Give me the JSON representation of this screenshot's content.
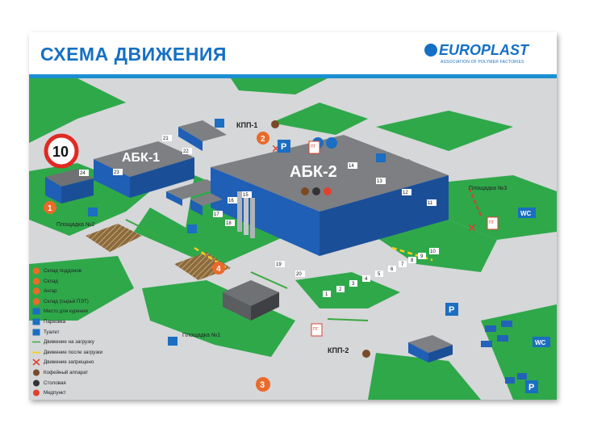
{
  "header": {
    "title": "СХЕМА ДВИЖЕНИЯ",
    "logo_text": "EUROPLAST",
    "logo_sub": "ASSOCIATION OF POLYMER FACTORIES"
  },
  "map": {
    "speed_limit": "10",
    "buildings": {
      "abk1": "АБК-1",
      "abk2": "АБК-2"
    },
    "checkpoints": {
      "kpp1": "КПП-1",
      "kpp2": "КПП-2"
    },
    "areas": {
      "area1": "Площадка №1",
      "area2": "Площадка №2",
      "area3": "Площадка №3"
    },
    "markers": {
      "m1": "1",
      "m2": "2",
      "m3": "3",
      "m4": "4",
      "parking": "P",
      "wc": "WC"
    },
    "gate_numbers": [
      "1",
      "2",
      "3",
      "4",
      "5",
      "6",
      "7",
      "8",
      "9",
      "10",
      "11",
      "12",
      "13",
      "14",
      "15",
      "16",
      "17",
      "18",
      "19",
      "20",
      "21",
      "22",
      "23",
      "24"
    ],
    "sign_pg": "ПГ"
  },
  "legend": {
    "items": [
      {
        "icon": "number-1-marker",
        "label": "Склад поддонов"
      },
      {
        "icon": "number-2-marker",
        "label": "Склад"
      },
      {
        "icon": "number-3-marker",
        "label": "Ангар"
      },
      {
        "icon": "number-4-marker",
        "label": "Склад (сырьё ПЭТ)"
      },
      {
        "icon": "smoking-icon",
        "label": "Место для курения"
      },
      {
        "icon": "parking-icon",
        "label": "Парковка"
      },
      {
        "icon": "wc-icon",
        "label": "Туалет"
      },
      {
        "icon": "green-arrow-icon",
        "label": "Движение на загрузку"
      },
      {
        "icon": "yellow-arrow-icon",
        "label": "Движение после загрузки"
      },
      {
        "icon": "red-cross-icon",
        "label": "Движение запрещено"
      },
      {
        "icon": "coffee-icon",
        "label": "Кофейный аппарат"
      },
      {
        "icon": "canteen-icon",
        "label": "Столовая"
      },
      {
        "icon": "medical-icon",
        "label": "Медпункт"
      }
    ]
  },
  "colors": {
    "title_blue": "#1570c4",
    "grass": "#2fa84a",
    "road": "#c9ccce",
    "roof": "#7d7f82",
    "wall_blue": "#1f5fb5",
    "marker_orange": "#ea6a2a"
  }
}
